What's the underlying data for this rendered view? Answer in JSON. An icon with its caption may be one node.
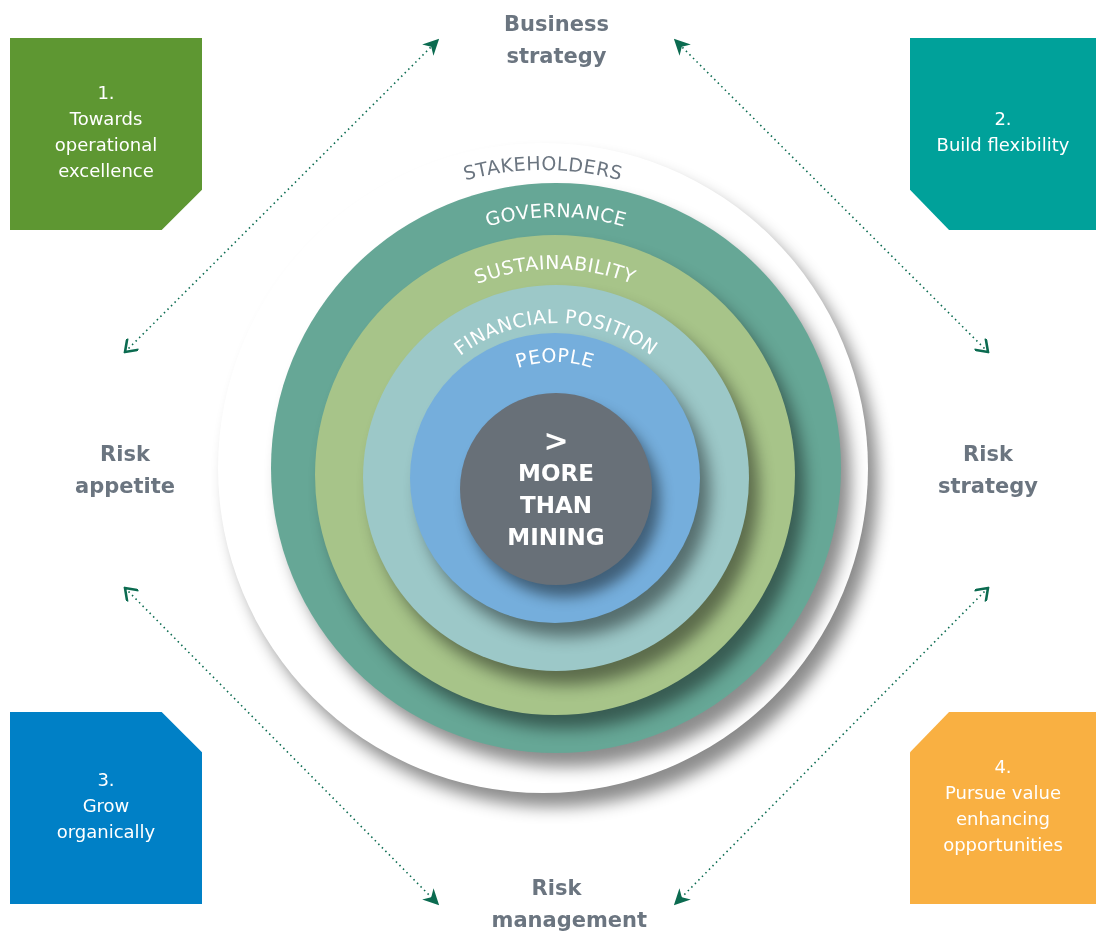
{
  "diagram": {
    "nodes": [
      {
        "text": [
          "1.",
          "Towards operational excellence"
        ]
      },
      {
        "text": [
          "Business strategy"
        ]
      },
      {
        "text": [
          "2.",
          "Build flexibility"
        ]
      },
      {
        "text": [
          "STAKEHOLDERS"
        ]
      },
      {
        "text": [
          "GOVERNANCE"
        ],
        "in": 3
      },
      {
        "text": [
          "SUSTAINABILITY"
        ],
        "in": 4
      },
      {
        "text": [
          "FINANCIAL POSITION"
        ],
        "in": 5
      },
      {
        "text": [
          "PEOPLE"
        ],
        "in": 6
      },
      {
        "text": [
          ">",
          "MORE THAN MINING"
        ],
        "in": 7
      },
      {
        "text": [
          "Risk appetite"
        ]
      },
      {
        "text": [
          "Risk strategy"
        ]
      },
      {
        "text": [
          "3.",
          "Grow organically"
        ]
      },
      {
        "text": [
          "Risk management"
        ]
      },
      {
        "text": [
          "4.",
          "Pursue value enhancing opportunities"
        ]
      }
    ],
    "edges": [
      {
        "from": 9,
        "to": 1,
        "arrow": "both"
      },
      {
        "from": 10,
        "to": 1,
        "arrow": "both"
      },
      {
        "from": 9,
        "to": 12,
        "arrow": "both"
      },
      {
        "from": 10,
        "to": 12,
        "arrow": "both"
      }
    ]
  }
}
